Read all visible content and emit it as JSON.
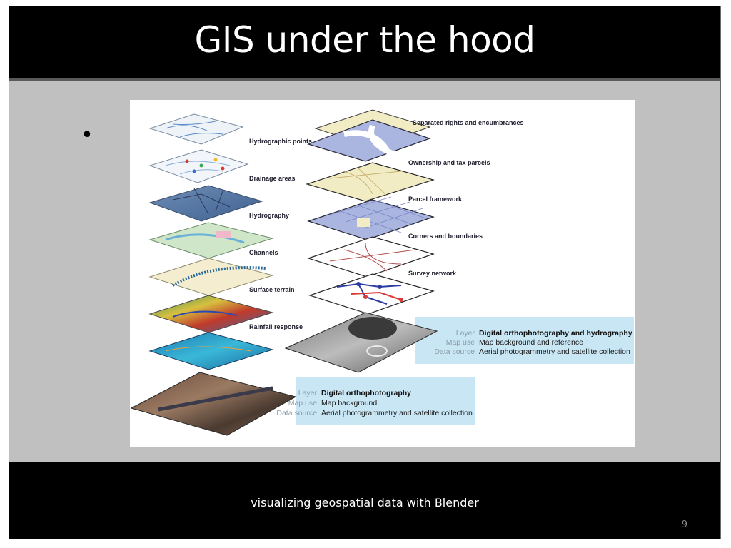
{
  "slide": {
    "title": "GIS under the hood",
    "bullet": "•",
    "footer": "visualizing geospatial data with Blender",
    "page_number": "9"
  },
  "figure": {
    "left_stack_labels": [
      "Hydrographic points",
      "Drainage areas",
      "Hydrography",
      "Channels",
      "Surface terrain",
      "Rainfall response"
    ],
    "right_stack_labels": [
      "Separated rights and encumbrances",
      "Ownership and tax parcels",
      "Parcel framework",
      "Corners and boundaries",
      "Survey network"
    ],
    "right_base_info": {
      "layer_key": "Layer",
      "layer_val": "Digital orthophotography and hydrography",
      "use_key": "Map use",
      "use_val": "Map background and reference",
      "source_key": "Data source",
      "source_val": "Aerial photogrammetry and satellite collection"
    },
    "left_base_info": {
      "layer_key": "Layer",
      "layer_val": "Digital orthophotography",
      "use_key": "Map use",
      "use_val": "Map background",
      "source_key": "Data source",
      "source_val": "Aerial photogrammetry and satellite collection"
    },
    "colors": {
      "info_panel": "#c9e6f4",
      "parcel_blue": "#aab6e0",
      "parcel_cream": "#f2ecc4"
    }
  }
}
